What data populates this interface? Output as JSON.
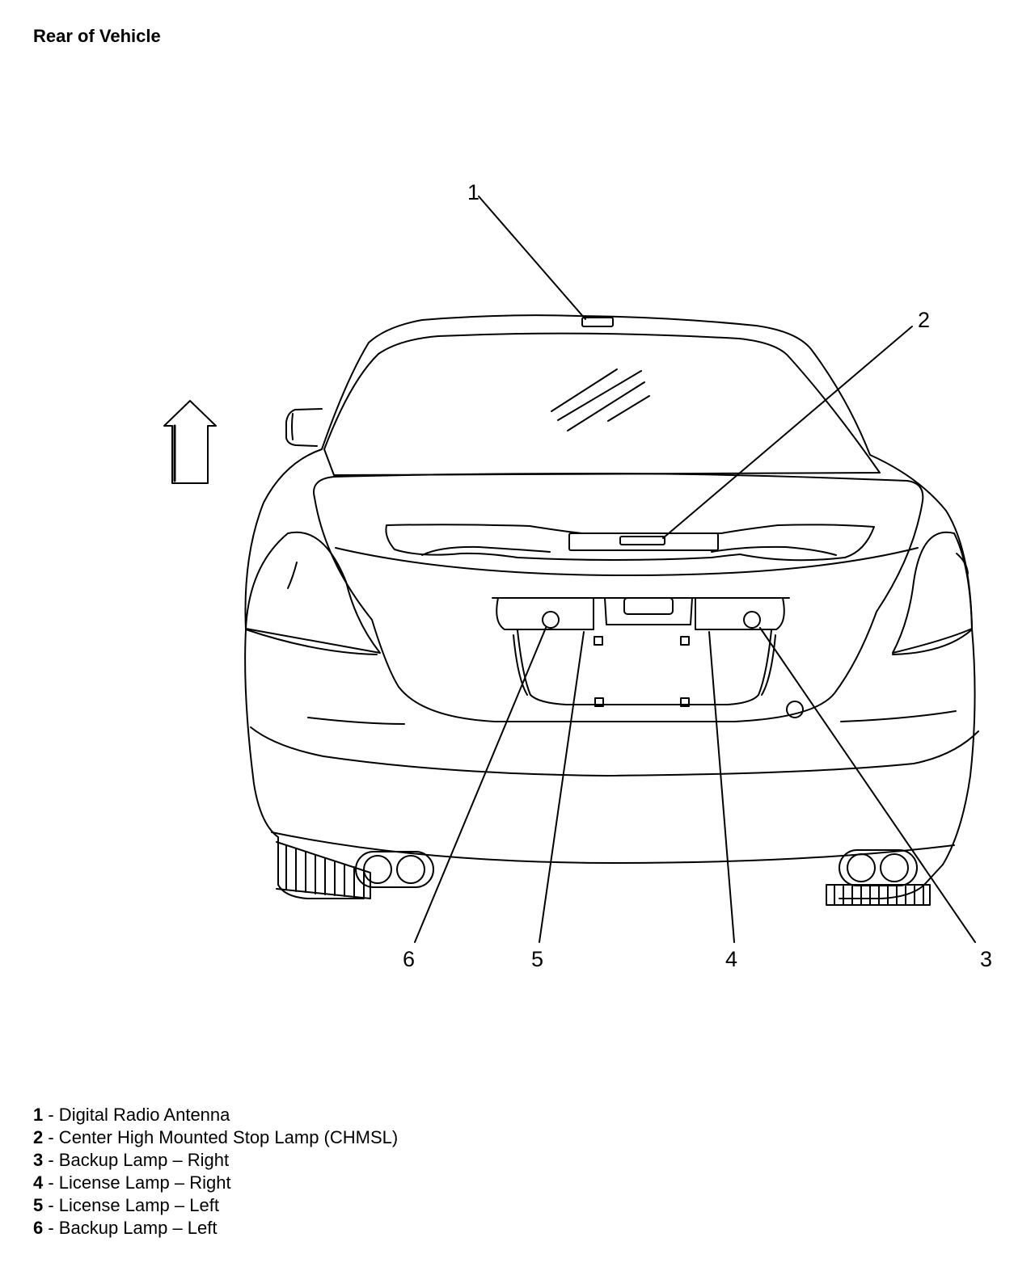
{
  "title": "Rear of Vehicle",
  "callouts": [
    "1",
    "2",
    "3",
    "4",
    "5",
    "6"
  ],
  "legend": [
    {
      "num": "1",
      "text": " - Digital Radio Antenna"
    },
    {
      "num": "2",
      "text": " - Center High Mounted Stop Lamp (CHMSL)"
    },
    {
      "num": "3",
      "text": " - Backup Lamp – Right"
    },
    {
      "num": "4",
      "text": " - License Lamp – Right"
    },
    {
      "num": "5",
      "text": " - License Lamp – Left"
    },
    {
      "num": "6",
      "text": " - Backup Lamp – Left"
    }
  ],
  "icons": {
    "direction": "up-arrow-icon"
  },
  "colors": {
    "line": "#000000",
    "background": "#ffffff"
  }
}
